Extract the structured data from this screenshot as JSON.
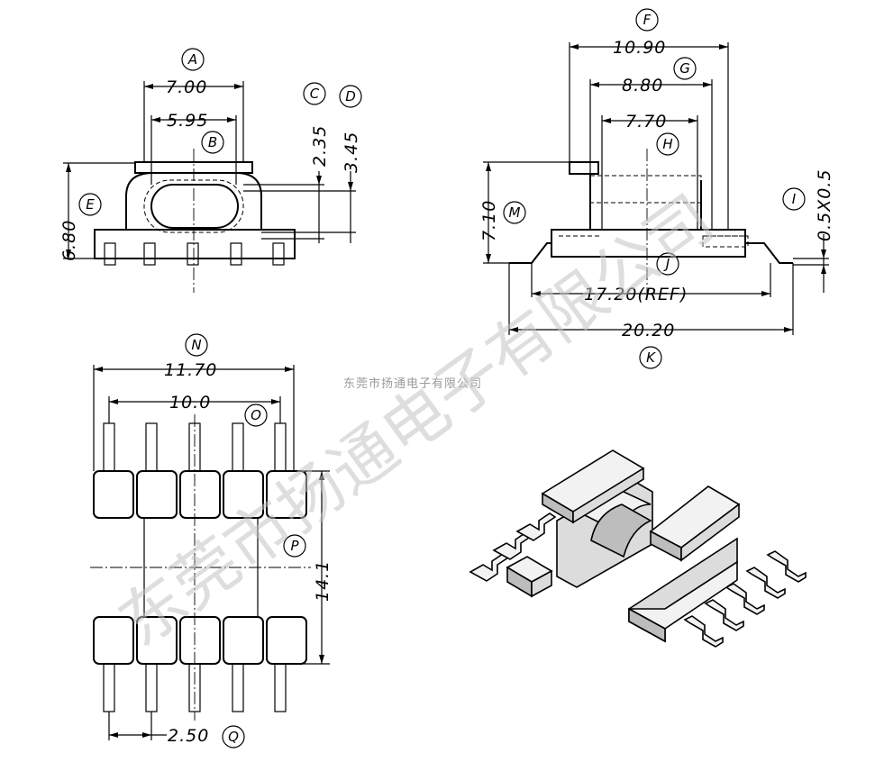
{
  "top_left_view": {
    "dims": {
      "A": "7.00",
      "B": "5.95",
      "C": "2.35",
      "D": "3.45",
      "E": "6.80"
    },
    "labels": [
      "A",
      "B",
      "C",
      "D",
      "E"
    ]
  },
  "top_right_view": {
    "dims": {
      "F": "10.90",
      "G": "8.80",
      "H": "7.70",
      "M": "7.10",
      "I": "0.5X0.5",
      "J": "17.20(REF)",
      "K": "20.20"
    },
    "labels": [
      "F",
      "G",
      "H",
      "M",
      "I",
      "J",
      "K"
    ]
  },
  "bottom_left_view": {
    "dims": {
      "N": "11.70",
      "O": "10.0",
      "P": "14.1",
      "Q": "2.50"
    },
    "labels": [
      "N",
      "O",
      "P",
      "Q"
    ]
  },
  "watermark": {
    "large": "东莞市扬通电子有限公司",
    "small": "东莞市扬通电子有限公司"
  },
  "colors": {
    "ink": "#000000",
    "watermark": "#c4c4c4"
  }
}
